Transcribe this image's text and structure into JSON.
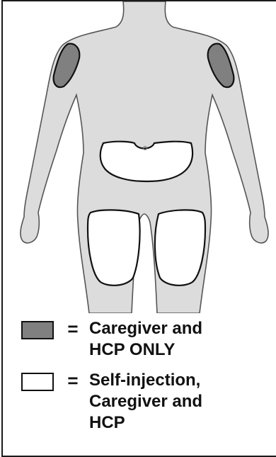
{
  "colors": {
    "body_fill": "#dcdcdc",
    "body_outline": "#555555",
    "caregiver_zone": "#808080",
    "self_zone": "#ffffff",
    "zone_outline": "#111111"
  },
  "zones": [
    {
      "name": "left-upper-arm",
      "category": "caregiver_hcp_only"
    },
    {
      "name": "right-upper-arm",
      "category": "caregiver_hcp_only"
    },
    {
      "name": "abdomen",
      "category": "self_caregiver_hcp"
    },
    {
      "name": "left-thigh",
      "category": "self_caregiver_hcp"
    },
    {
      "name": "right-thigh",
      "category": "self_caregiver_hcp"
    }
  ],
  "legend": [
    {
      "key": "caregiver_hcp_only",
      "symbol": "=",
      "text": "Caregiver and\nHCP ONLY",
      "swatch_color": "#808080"
    },
    {
      "key": "self_caregiver_hcp",
      "symbol": "=",
      "text": "Self-injection,\nCaregiver and\nHCP",
      "swatch_color": "#ffffff"
    }
  ]
}
